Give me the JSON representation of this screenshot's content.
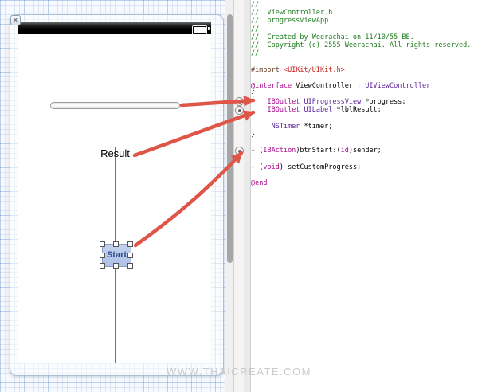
{
  "canvas": {
    "close_glyph": "×",
    "result_label": "Result",
    "start_button_label": "Start"
  },
  "watermark": "WWW.THAICREATE.COM",
  "colors": {
    "arrow": "#df5648",
    "guide": "#4a7dbd",
    "comment": "#1f7d1f",
    "preprocessor": "#643820",
    "string": "#c41a16",
    "keyword": "#aa0d91",
    "class_name": "#5c2699",
    "plain": "#000000",
    "button_fill": "#b7c8e9",
    "button_text": "#2b4c8f"
  },
  "code": {
    "lines": [
      {
        "tokens": [
          {
            "t": "//",
            "c": "cm"
          }
        ]
      },
      {
        "tokens": [
          {
            "t": "//  ViewController.h",
            "c": "cm"
          }
        ]
      },
      {
        "tokens": [
          {
            "t": "//  progressViewApp",
            "c": "cm"
          }
        ]
      },
      {
        "tokens": [
          {
            "t": "//",
            "c": "cm"
          }
        ]
      },
      {
        "tokens": [
          {
            "t": "//  Created by Weerachai on 11/10/55 BE.",
            "c": "cm"
          }
        ]
      },
      {
        "tokens": [
          {
            "t": "//  Copyright (c) 2555 Weerachai. All rights reserved.",
            "c": "cm"
          }
        ]
      },
      {
        "tokens": [
          {
            "t": "//",
            "c": "cm"
          }
        ]
      },
      {
        "tokens": []
      },
      {
        "tokens": [
          {
            "t": "#import ",
            "c": "pp"
          },
          {
            "t": "<UIKit/UIKit.h>",
            "c": "str"
          }
        ]
      },
      {
        "tokens": []
      },
      {
        "tokens": [
          {
            "t": "@interface ",
            "c": "kw"
          },
          {
            "t": "ViewController : ",
            "c": "pl"
          },
          {
            "t": "UIViewController",
            "c": "cl"
          }
        ]
      },
      {
        "tokens": [
          {
            "t": "{",
            "c": "pl"
          }
        ]
      },
      {
        "tokens": [
          {
            "t": "    ",
            "c": "pl"
          },
          {
            "t": "IBOutlet ",
            "c": "kw"
          },
          {
            "t": "UIProgressView ",
            "c": "cl"
          },
          {
            "t": "*progress;",
            "c": "pl"
          }
        ]
      },
      {
        "tokens": [
          {
            "t": "    ",
            "c": "pl"
          },
          {
            "t": "IBOutlet ",
            "c": "kw"
          },
          {
            "t": "UILabel ",
            "c": "cl"
          },
          {
            "t": "*lblResult;",
            "c": "pl"
          }
        ]
      },
      {
        "tokens": []
      },
      {
        "tokens": [
          {
            "t": "     ",
            "c": "pl"
          },
          {
            "t": "NSTimer ",
            "c": "cl"
          },
          {
            "t": "*timer;",
            "c": "pl"
          }
        ]
      },
      {
        "tokens": [
          {
            "t": "}",
            "c": "pl"
          }
        ]
      },
      {
        "tokens": []
      },
      {
        "tokens": [
          {
            "t": "- (",
            "c": "pl"
          },
          {
            "t": "IBAction",
            "c": "kw"
          },
          {
            "t": ")btnStart:(",
            "c": "pl"
          },
          {
            "t": "id",
            "c": "kw"
          },
          {
            "t": ")sender;",
            "c": "pl"
          }
        ]
      },
      {
        "tokens": []
      },
      {
        "tokens": [
          {
            "t": "- (",
            "c": "pl"
          },
          {
            "t": "void",
            "c": "kw"
          },
          {
            "t": ") setCustomProgress;",
            "c": "pl"
          }
        ]
      },
      {
        "tokens": []
      },
      {
        "tokens": [
          {
            "t": "@end",
            "c": "kw"
          }
        ]
      }
    ]
  }
}
